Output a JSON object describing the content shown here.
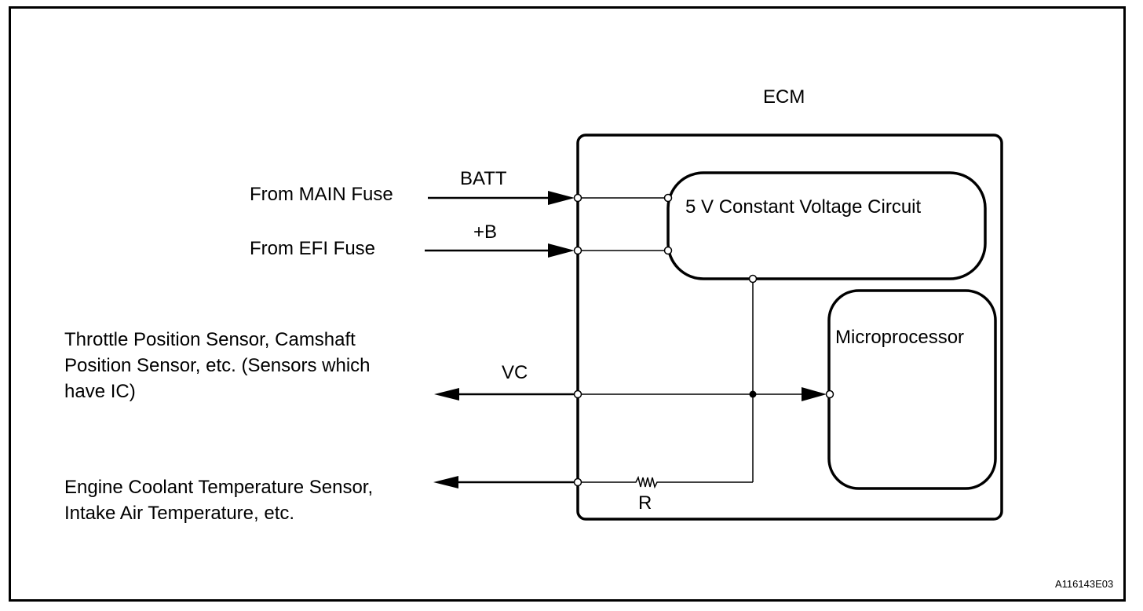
{
  "diagram": {
    "ecm_label": "ECM",
    "constant_voltage_circuit": "5 V Constant Voltage Circuit",
    "microprocessor": "Microprocessor",
    "terminals": {
      "batt": "BATT",
      "plus_b": "+B",
      "vc": "VC",
      "resistor": "R"
    },
    "inputs": {
      "main_fuse": "From MAIN Fuse",
      "efi_fuse": "From EFI Fuse"
    },
    "outputs": {
      "ic_sensors": [
        "Throttle Position Sensor, Camshaft",
        "Position Sensor, etc. (Sensors which",
        "have IC)"
      ],
      "thermistor_sensors": [
        "Engine Coolant Temperature Sensor,",
        "Intake Air Temperature, etc."
      ]
    },
    "figure_id": "A116143E03"
  }
}
